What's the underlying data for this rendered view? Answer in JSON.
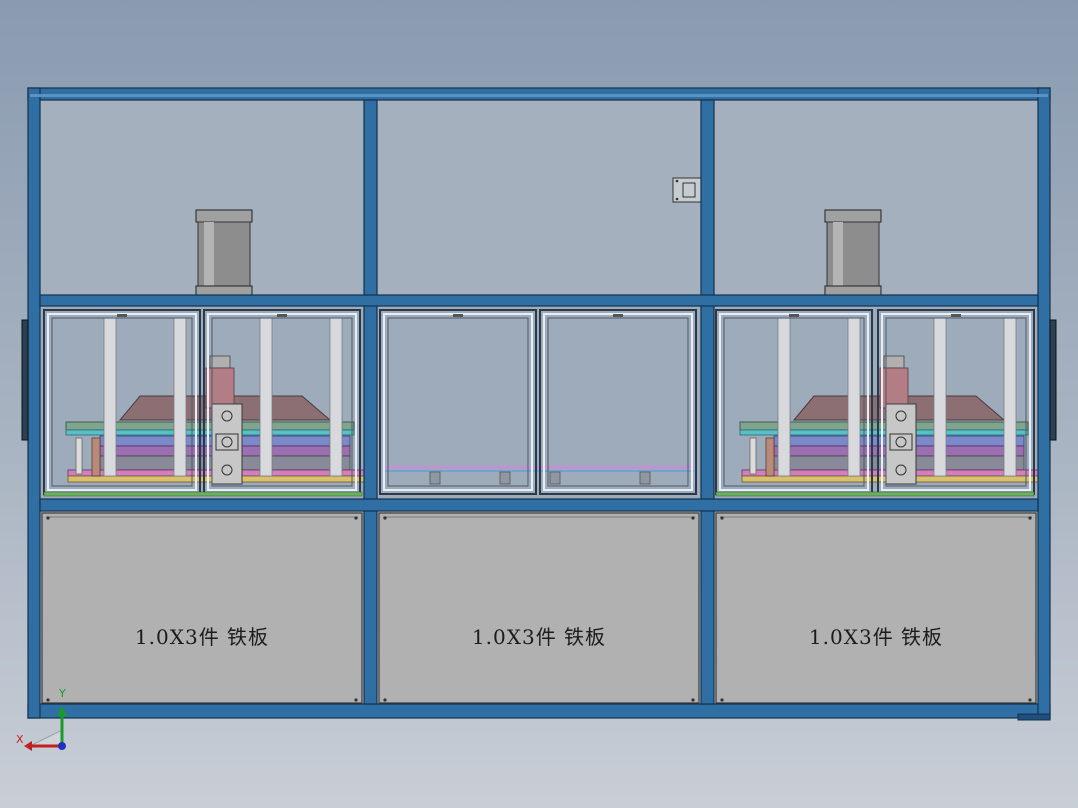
{
  "panels": [
    {
      "label": "1.0X3件 铁板",
      "has_die": true
    },
    {
      "label": "1.0X3件 铁板",
      "has_die": false
    },
    {
      "label": "1.0X3件 铁板",
      "has_die": true
    }
  ],
  "triad": {
    "x_label": "X",
    "y_label": "Y"
  },
  "colors": {
    "frame": "#2f6fa3",
    "frame_edge": "#13324d",
    "glass": "#a4b0bd",
    "cover": "#b1b1b1",
    "cylinder": "#8d8d8d"
  }
}
